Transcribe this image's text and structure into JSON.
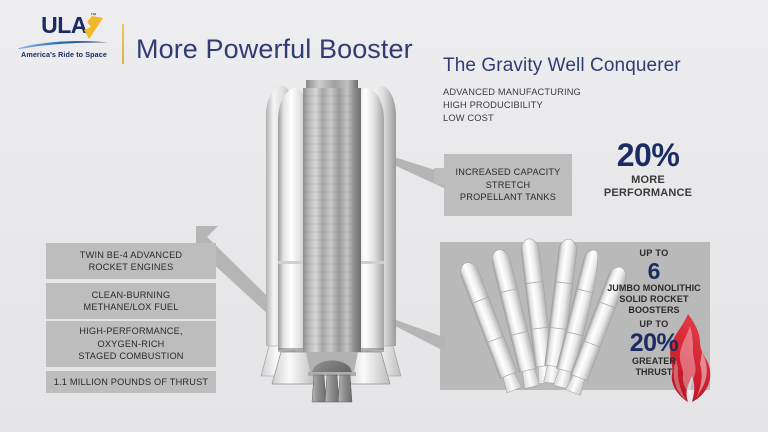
{
  "header": {
    "logo_word": "ULA",
    "logo_tm": "™",
    "logo_tagline": "America's Ride to Space",
    "main_title": "More Powerful Booster"
  },
  "right_header": {
    "title": "The Gravity Well Conquerer",
    "bullets": [
      "ADVANCED MANUFACTURING",
      "HIGH PRODUCIBILITY",
      "LOW COST"
    ]
  },
  "left_callouts": [
    {
      "lines": [
        "TWIN BE-4 ADVANCED",
        "ROCKET ENGINES"
      ]
    },
    {
      "lines": [
        "CLEAN-BURNING",
        "METHANE/LOX FUEL"
      ]
    },
    {
      "lines": [
        "HIGH-PERFORMANCE,",
        "OXYGEN-RICH",
        "STAGED COMBUSTION"
      ]
    },
    {
      "lines": [
        "1.1 MILLION POUNDS OF THRUST"
      ]
    }
  ],
  "center_callout": {
    "lines": [
      "INCREASED CAPACITY",
      "STRETCH",
      "PROPELLANT TANKS"
    ]
  },
  "stats": {
    "performance": {
      "value": "20%",
      "line1": "MORE",
      "line2": "PERFORMANCE"
    },
    "boosters": {
      "upto": "UP TO",
      "value": "6",
      "line1": "JUMBO MONOLITHIC",
      "line2": "SOLID ROCKET",
      "line3": "BOOSTERS"
    },
    "thrust": {
      "upto": "UP TO",
      "value": "20%",
      "line1": "GREATER",
      "line2": "THRUST"
    }
  },
  "colors": {
    "background": "#e8e8ea",
    "navy": "#1b2b63",
    "title_blue": "#2f3d72",
    "panel_grey": "#bdbdbd",
    "flame_red": "#cc2030",
    "logo_gold": "#f0c040"
  },
  "graphics": {
    "engine_image": "twin-be4-engine-cutaway",
    "rocket_image": "vulcan-booster-core-stage",
    "srb_image": "six-solid-rocket-boosters",
    "flame_image": "flame-graphic"
  }
}
